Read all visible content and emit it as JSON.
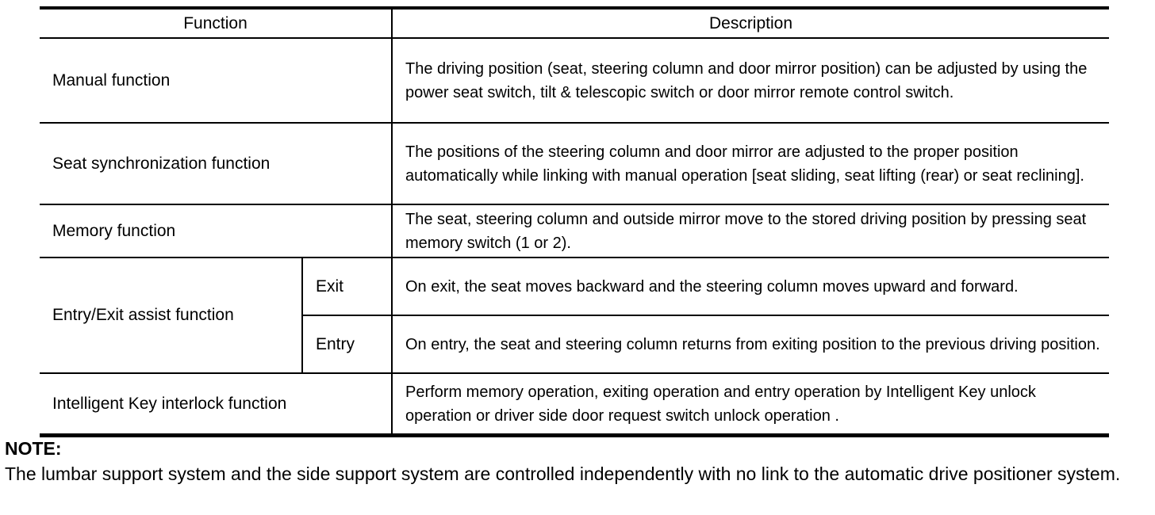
{
  "table": {
    "headers": {
      "function": "Function",
      "description": "Description"
    },
    "rows": [
      {
        "function": "Manual function",
        "description": "The driving position (seat, steering column and door mirror position) can be adjusted by using the power seat switch,  tilt & telescopic switch or door mirror remote control switch."
      },
      {
        "function": "Seat synchronization function",
        "description": "The positions of the steering column and door mirror are adjusted to the proper position automatically while linking with manual operation [seat sliding, seat lifting (rear) or seat reclining]."
      },
      {
        "function": "Memory function",
        "description": "The seat, steering column and outside mirror move to the stored driving position by pressing seat memory switch (1 or 2)."
      },
      {
        "function": "Entry/Exit assist function",
        "subrows": [
          {
            "label": "Exit",
            "description": "On exit, the seat moves backward and the steering column moves upward and forward."
          },
          {
            "label": "Entry",
            "description": "On entry, the seat and steering column returns from exiting position to the previous driving position."
          }
        ]
      },
      {
        "function": "Intelligent Key interlock function",
        "description": "Perform memory operation, exiting operation and entry operation by Intelligent Key unlock operation or driver side door request switch unlock operation ."
      }
    ]
  },
  "note": {
    "label": "NOTE:",
    "text": "The lumbar support system and the side support system are controlled independently with no link to the automatic drive positioner system."
  },
  "colors": {
    "text": "#000000",
    "background": "#ffffff",
    "border": "#000000"
  }
}
